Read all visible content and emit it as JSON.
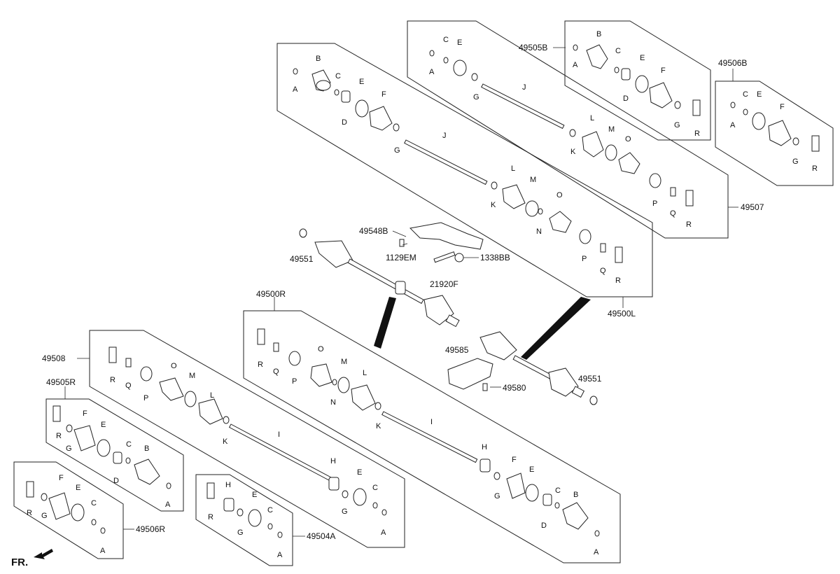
{
  "part_numbers": {
    "p49505B": "49505B",
    "p49506B": "49506B",
    "p49507": "49507",
    "p49548B": "49548B",
    "p1129EM": "1129EM",
    "p1338BB": "1338BB",
    "p21920F": "21920F",
    "p49551a": "49551",
    "p49551b": "49551",
    "p49500L": "49500L",
    "p49500R": "49500R",
    "p49585": "49585",
    "p49580": "49580",
    "p49508": "49508",
    "p49505R": "49505R",
    "p49506R": "49506R",
    "p49504A": "49504A"
  },
  "letters": {
    "A": "A",
    "B": "B",
    "C": "C",
    "D": "D",
    "E": "E",
    "F": "F",
    "G": "G",
    "H": "H",
    "I": "I",
    "J": "J",
    "K": "K",
    "L": "L",
    "M": "M",
    "N": "N",
    "O": "O",
    "P": "P",
    "Q": "Q",
    "R": "R"
  },
  "direction_label": "FR."
}
